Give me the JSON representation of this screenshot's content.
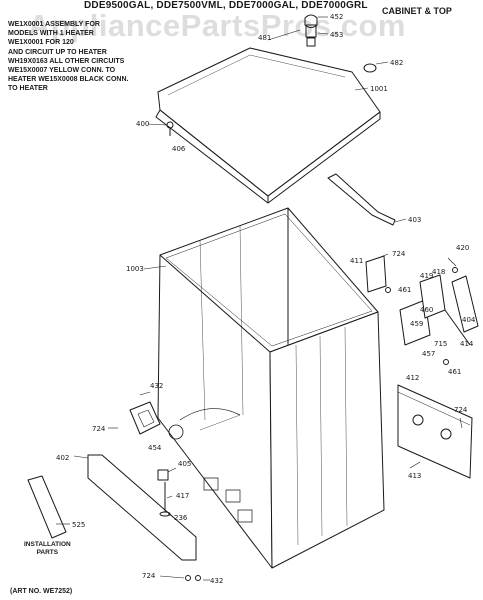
{
  "header": {
    "model_line": "DDE9500GAL, DDE7500VML, DDE7000GAL, DDE7000GRL",
    "section_title": "CABINET & TOP"
  },
  "watermark": "AppliancePartsPros.com",
  "notes": {
    "text": "WE1X0001 ASSEMBLY FOR\nMODELS WITH 1 HEATER\nWE1X0001 FOR 120\nAND CIRCUIT UP TO HEATER\nWH19X0163 ALL OTHER CIRCUITS\nWE15X0007 YELLOW CONN. TO\nHEATER WE15X0008 BLACK CONN.\nTO HEATER"
  },
  "installation": {
    "line1": "INSTALLATION",
    "line2": "PARTS"
  },
  "art_number": "(ART NO. WE7252)",
  "part_labels": [
    {
      "id": "lbl-481",
      "text": "481"
    },
    {
      "id": "lbl-452",
      "text": "452"
    },
    {
      "id": "lbl-453",
      "text": "453"
    },
    {
      "id": "lbl-482",
      "text": "482"
    },
    {
      "id": "lbl-1001",
      "text": "1001"
    },
    {
      "id": "lbl-400",
      "text": "400"
    },
    {
      "id": "lbl-406",
      "text": "406"
    },
    {
      "id": "lbl-403",
      "text": "403"
    },
    {
      "id": "lbl-724a",
      "text": "724"
    },
    {
      "id": "lbl-420",
      "text": "420"
    },
    {
      "id": "lbl-1003",
      "text": "1003"
    },
    {
      "id": "lbl-411",
      "text": "411"
    },
    {
      "id": "lbl-461a",
      "text": "461"
    },
    {
      "id": "lbl-419",
      "text": "419"
    },
    {
      "id": "lbl-418",
      "text": "418"
    },
    {
      "id": "lbl-460",
      "text": "460"
    },
    {
      "id": "lbl-459",
      "text": "459"
    },
    {
      "id": "lbl-404",
      "text": "404"
    },
    {
      "id": "lbl-715",
      "text": "715"
    },
    {
      "id": "lbl-414",
      "text": "414"
    },
    {
      "id": "lbl-457",
      "text": "457"
    },
    {
      "id": "lbl-461b",
      "text": "461"
    },
    {
      "id": "lbl-412",
      "text": "412"
    },
    {
      "id": "lbl-432a",
      "text": "432"
    },
    {
      "id": "lbl-724b",
      "text": "724"
    },
    {
      "id": "lbl-724c",
      "text": "724"
    },
    {
      "id": "lbl-454",
      "text": "454"
    },
    {
      "id": "lbl-402",
      "text": "402"
    },
    {
      "id": "lbl-405",
      "text": "405"
    },
    {
      "id": "lbl-413",
      "text": "413"
    },
    {
      "id": "lbl-417",
      "text": "417"
    },
    {
      "id": "lbl-236",
      "text": "236"
    },
    {
      "id": "lbl-525",
      "text": "525"
    },
    {
      "id": "lbl-724d",
      "text": "724"
    },
    {
      "id": "lbl-432b",
      "text": "432"
    }
  ]
}
